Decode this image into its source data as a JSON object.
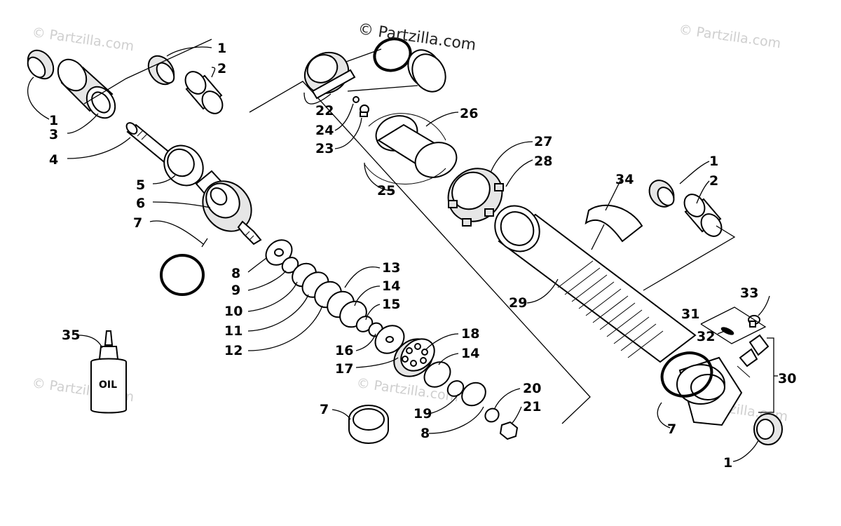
{
  "watermarks": {
    "main": "© Partzilla.com",
    "faint": "© Partzilla.com"
  },
  "oil_bottle_text": "OIL",
  "callouts": {
    "c1a": "1",
    "c1b": "1",
    "c1c": "1",
    "c1d": "1",
    "c2a": "2",
    "c2b": "2",
    "c3": "3",
    "c4": "4",
    "c5": "5",
    "c6": "6",
    "c7a": "7",
    "c7b": "7",
    "c7c": "7",
    "c8a": "8",
    "c8b": "8",
    "c9": "9",
    "c10": "10",
    "c11": "11",
    "c12": "12",
    "c13": "13",
    "c14a": "14",
    "c14b": "14",
    "c15": "15",
    "c16": "16",
    "c17": "17",
    "c18": "18",
    "c19": "19",
    "c20": "20",
    "c21": "21",
    "c22": "22",
    "c23": "23",
    "c24": "24",
    "c25": "25",
    "c26": "26",
    "c27": "27",
    "c28": "28",
    "c29": "29",
    "c30": "30",
    "c31": "31",
    "c32": "32",
    "c33": "33",
    "c34": "34",
    "c35": "35"
  },
  "colors": {
    "ink": "#000000",
    "watermark": "#cfcfcf",
    "background": "#ffffff"
  }
}
